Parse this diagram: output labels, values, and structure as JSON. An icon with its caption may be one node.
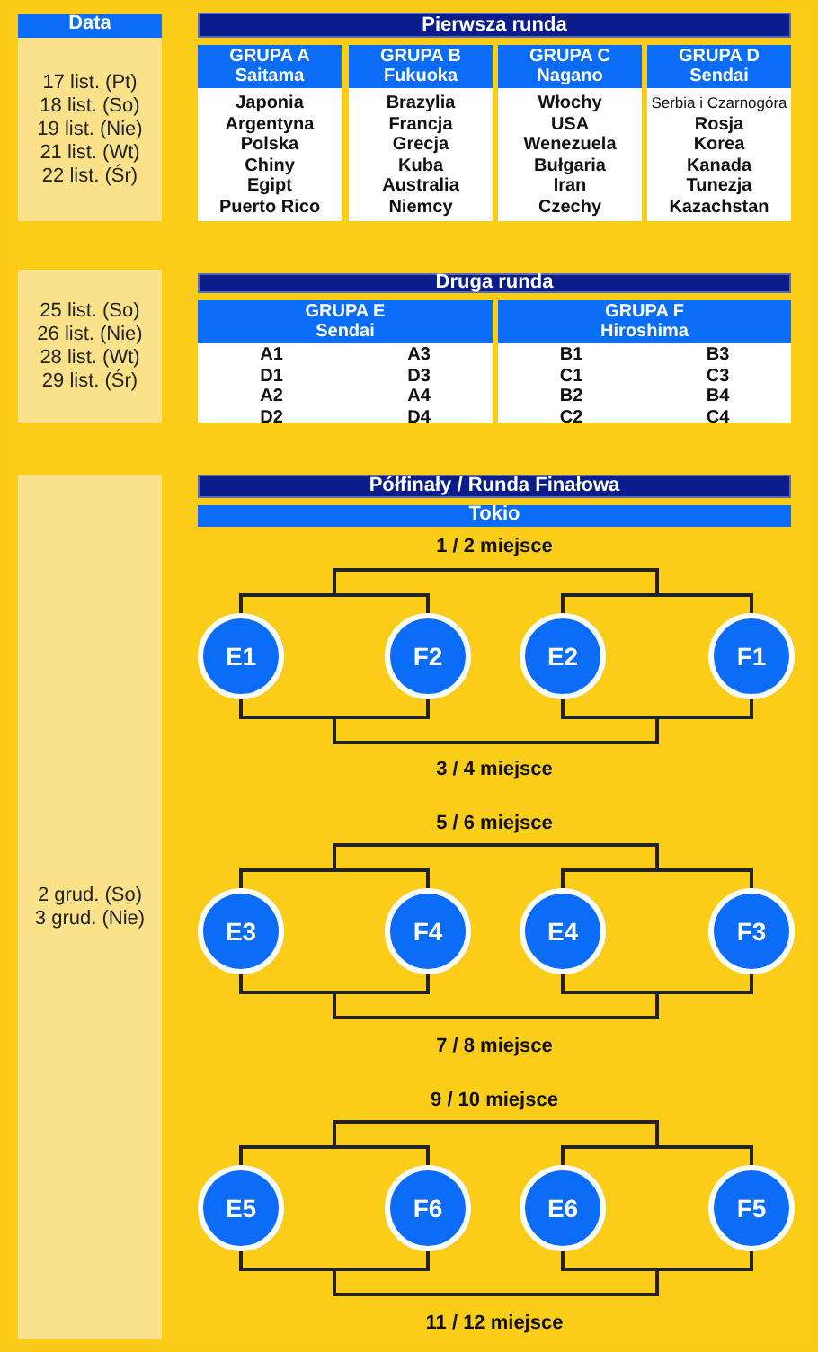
{
  "diagram": {
    "nodes": [
      {
        "text": [
          "Data"
        ]
      },
      {
        "text": [
          "17 list. (Pt)",
          "18 list. (So)",
          "19 list. (Nie)",
          "21 list. (Wt)",
          "22 list. (Śr)"
        ]
      },
      {
        "text": [
          "Pierwsza runda"
        ]
      },
      {
        "text": [
          "GRUPA A",
          "Saitama",
          "Japonia",
          "Argentyna",
          "Polska",
          "Chiny",
          "Egipt",
          "Puerto Rico"
        ]
      },
      {
        "text": [
          "GRUPA B",
          "Fukuoka",
          "Brazylia",
          "Francja",
          "Grecja",
          "Kuba",
          "Australia",
          "Niemcy"
        ]
      },
      {
        "text": [
          "GRUPA C",
          "Nagano",
          "Włochy",
          "USA",
          "Wenezuela",
          "Bułgaria",
          "Iran",
          "Czechy"
        ]
      },
      {
        "text": [
          "GRUPA D",
          "Sendai",
          "Serbia i Czarnogóra",
          "Rosja",
          "Korea",
          "Kanada",
          "Tunezja",
          "Kazachstan"
        ]
      },
      {
        "text": [
          "25 list. (So)",
          "26 list. (Nie)",
          "28 list. (Wt)",
          "29 list. (Śr)"
        ]
      },
      {
        "text": [
          "Druga runda"
        ]
      },
      {
        "text": [
          "GRUPA E",
          "Sendai",
          "A1",
          "A3",
          "D1",
          "D3",
          "A2",
          "A4",
          "D2",
          "D4"
        ]
      },
      {
        "text": [
          "GRUPA F",
          "Hiroshima",
          "B1",
          "B3",
          "C1",
          "C3",
          "B2",
          "B4",
          "C2",
          "C4"
        ]
      },
      {
        "text": [
          "2 grud. (So)",
          "3 grud. (Nie)"
        ]
      },
      {
        "text": [
          "Półfinały / Runda Finałowa"
        ]
      },
      {
        "text": [
          "Tokio"
        ]
      },
      {
        "text": [
          "E1"
        ]
      },
      {
        "text": [
          "F2"
        ]
      },
      {
        "text": [
          "E2"
        ]
      },
      {
        "text": [
          "F1"
        ]
      },
      {
        "text": [
          "E3"
        ]
      },
      {
        "text": [
          "F4"
        ]
      },
      {
        "text": [
          "E4"
        ]
      },
      {
        "text": [
          "F3"
        ]
      },
      {
        "text": [
          "E5"
        ]
      },
      {
        "text": [
          "F6"
        ]
      },
      {
        "text": [
          "E6"
        ]
      },
      {
        "text": [
          "F5"
        ]
      }
    ],
    "labels": [
      "1 / 2 miejsce",
      "3 / 4 miejsce",
      "5 / 6 miejsce",
      "7 / 8 miejsce",
      "9 / 10 miejsce",
      "11 / 12 miejsce"
    ]
  }
}
